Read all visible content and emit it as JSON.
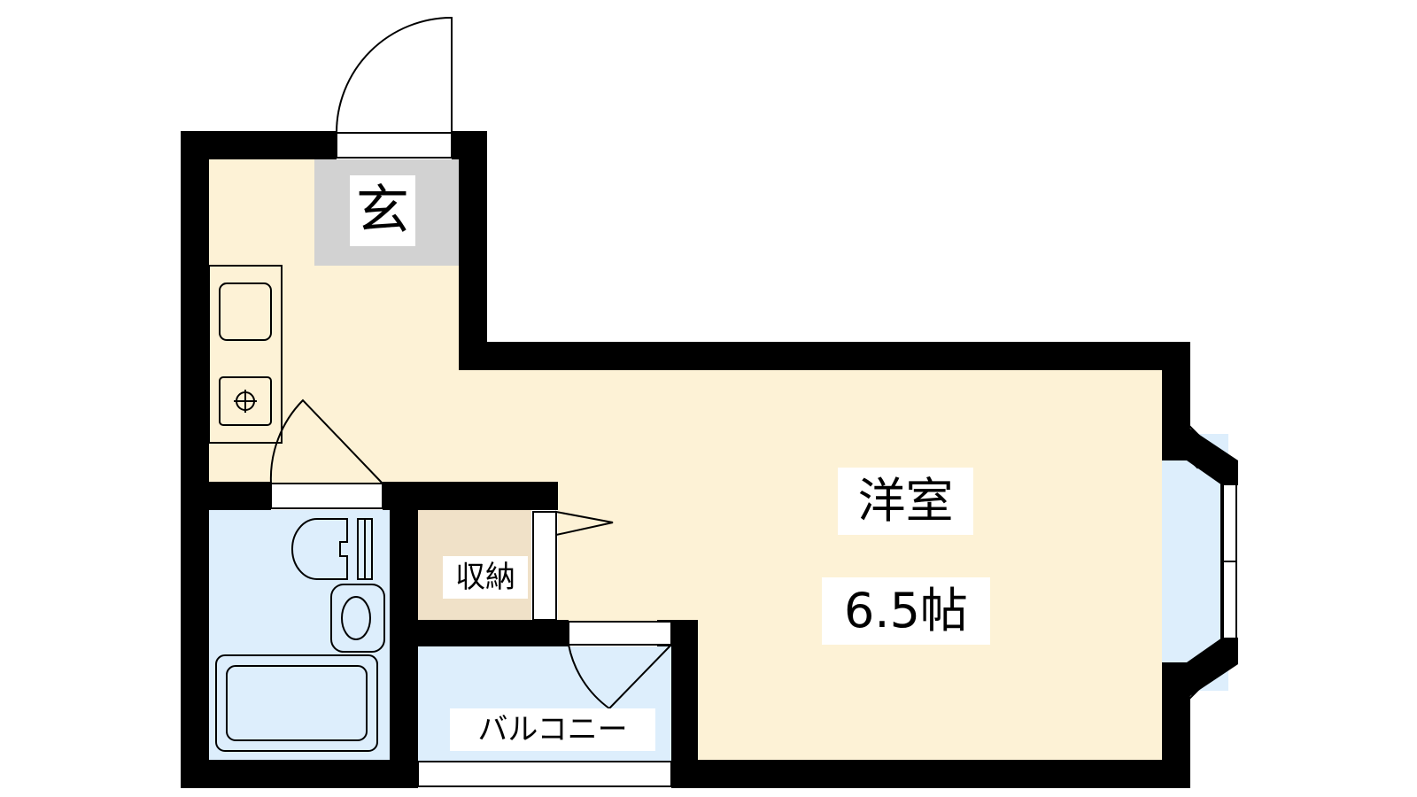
{
  "floorplan": {
    "rooms": {
      "genkan": {
        "label": "玄"
      },
      "main_room": {
        "label": "洋室",
        "size": "6.5帖"
      },
      "storage": {
        "label": "収納"
      },
      "balcony": {
        "label": "バルコニー"
      }
    },
    "colors": {
      "wall": "#000000",
      "floor_main": "#fdf2d6",
      "floor_wet": "#ddeefc",
      "storage_floor": "#f0e1c8",
      "genkan_floor": "#d2d2d2",
      "label_bg": "#ffffff"
    }
  }
}
